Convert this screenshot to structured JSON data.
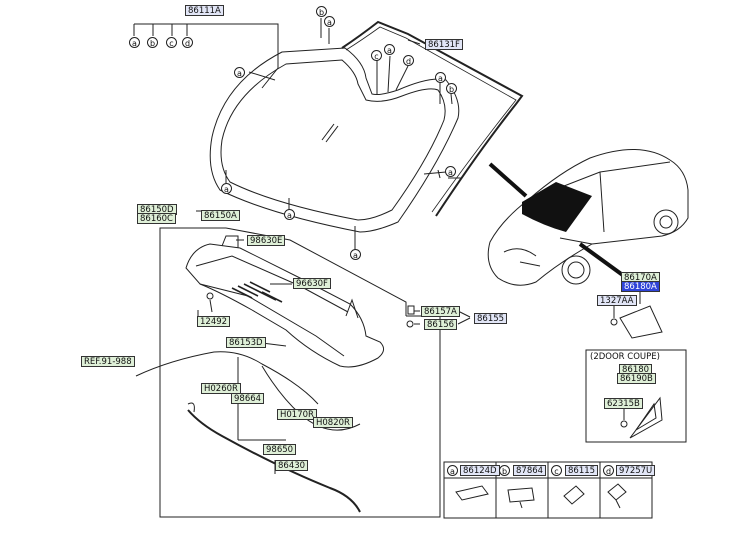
{
  "labels": {
    "p86111A": "86111A",
    "p86131F": "86131F",
    "p86150D": "86150D",
    "p86160C": "86160C",
    "p86150A": "86150A",
    "p98630E": "98630E",
    "p96630F": "96630F",
    "p12492": "12492",
    "p86157A": "86157A",
    "p86156": "86156",
    "p86155": "86155",
    "p86153D": "86153D",
    "ref": "REF.91-988",
    "pH0260R": "H0260R",
    "p98664": "98664",
    "pH0170R": "H0170R",
    "pH0820R": "H0820R",
    "p98650": "98650",
    "p86430": "86430",
    "p86170A": "86170A",
    "p86180A": "86180A",
    "p1327AA": "1327AA",
    "coupe_title": "(2DOOR COUPE)",
    "p86180": "86180",
    "p86190B": "86190B",
    "p62315B": "62315B"
  },
  "callouts": {
    "a": "a",
    "b": "b",
    "c": "c",
    "d": "d"
  },
  "legend": [
    {
      "letter": "a",
      "part": "86124D"
    },
    {
      "letter": "b",
      "part": "87864"
    },
    {
      "letter": "c",
      "part": "86115"
    },
    {
      "letter": "d",
      "part": "97257U"
    }
  ],
  "colors": {
    "label_blue": "#e2e6f7",
    "label_green": "#dff0d8",
    "selected": "#2f44d8",
    "line": "#222222"
  }
}
